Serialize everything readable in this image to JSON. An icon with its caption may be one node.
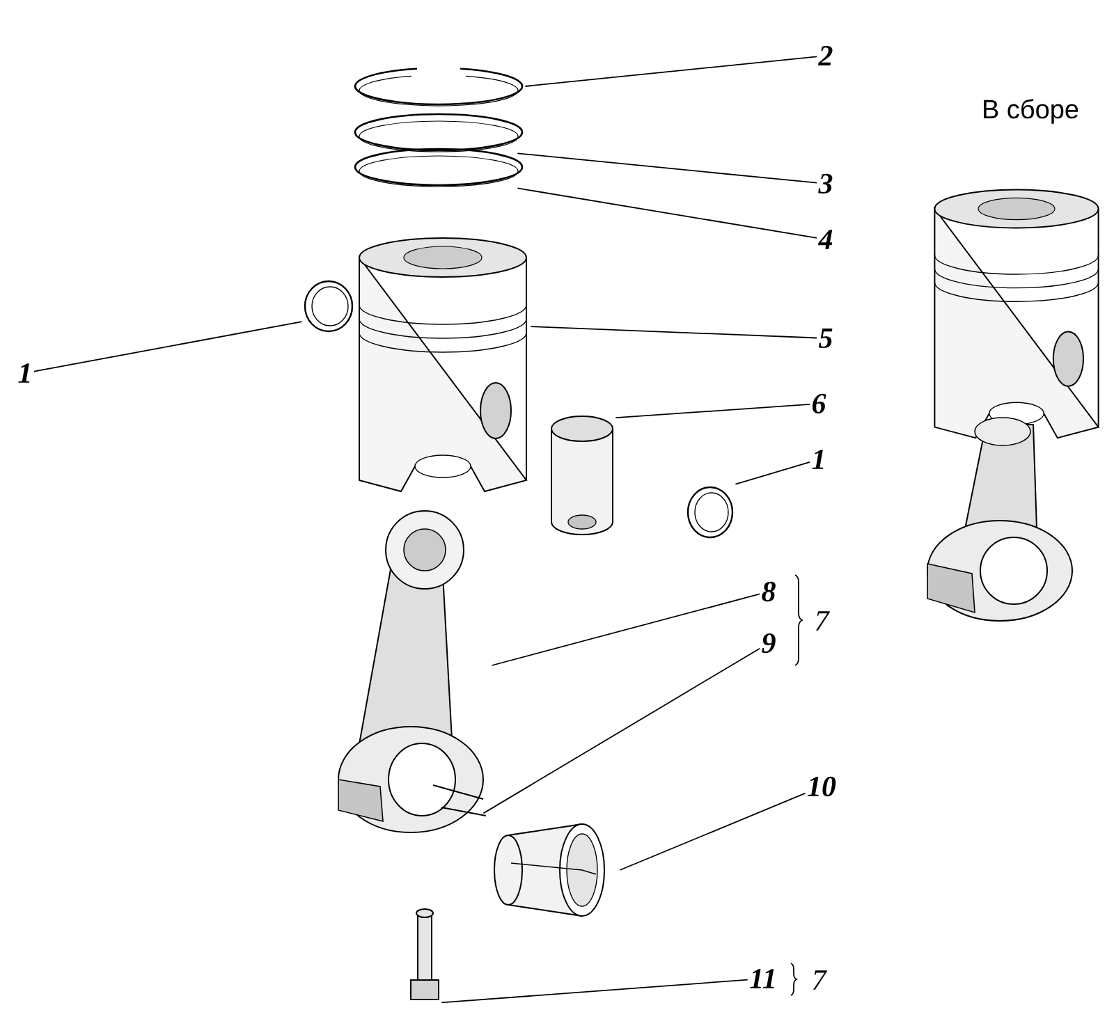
{
  "diagram": {
    "nodes": [
      {
        "text": [
          "2"
        ]
      },
      {
        "text": [],
        "shape": "picture"
      },
      {
        "text": [
          "3"
        ]
      },
      {
        "text": [],
        "shape": "picture"
      },
      {
        "text": [
          "4"
        ]
      },
      {
        "text": [],
        "shape": "picture"
      },
      {
        "text": [
          "1"
        ]
      },
      {
        "text": [],
        "shape": "picture"
      },
      {
        "text": [
          "5"
        ]
      },
      {
        "text": [],
        "shape": "picture"
      },
      {
        "text": [
          "6"
        ]
      },
      {
        "text": [],
        "shape": "picture"
      },
      {
        "text": [
          "1"
        ]
      },
      {
        "text": [],
        "shape": "picture"
      },
      {
        "text": [
          "8"
        ]
      },
      {
        "text": [],
        "shape": "picture"
      },
      {
        "text": [
          "9"
        ]
      },
      {
        "text": [],
        "shape": "picture",
        "in": 15
      },
      {
        "text": [
          "10"
        ]
      },
      {
        "text": [],
        "shape": "picture"
      },
      {
        "text": [
          "11"
        ]
      },
      {
        "text": [],
        "shape": "picture"
      }
    ],
    "edges": [
      {
        "from": 0,
        "to": 1,
        "arrow": "none"
      },
      {
        "from": 2,
        "to": 3,
        "arrow": "none"
      },
      {
        "from": 4,
        "to": 5,
        "arrow": "none"
      },
      {
        "from": 6,
        "to": 7,
        "arrow": "none"
      },
      {
        "from": 8,
        "to": 9,
        "arrow": "none"
      },
      {
        "from": 10,
        "to": 11,
        "arrow": "none"
      },
      {
        "from": 12,
        "to": 13,
        "arrow": "none"
      },
      {
        "from": 14,
        "to": 15,
        "arrow": "none"
      },
      {
        "from": 16,
        "to": 17,
        "arrow": "none"
      },
      {
        "from": 18,
        "to": 19,
        "arrow": "none"
      },
      {
        "from": 20,
        "to": 21,
        "arrow": "none"
      }
    ],
    "labels": [
      "В сборе",
      "7",
      "7"
    ]
  }
}
